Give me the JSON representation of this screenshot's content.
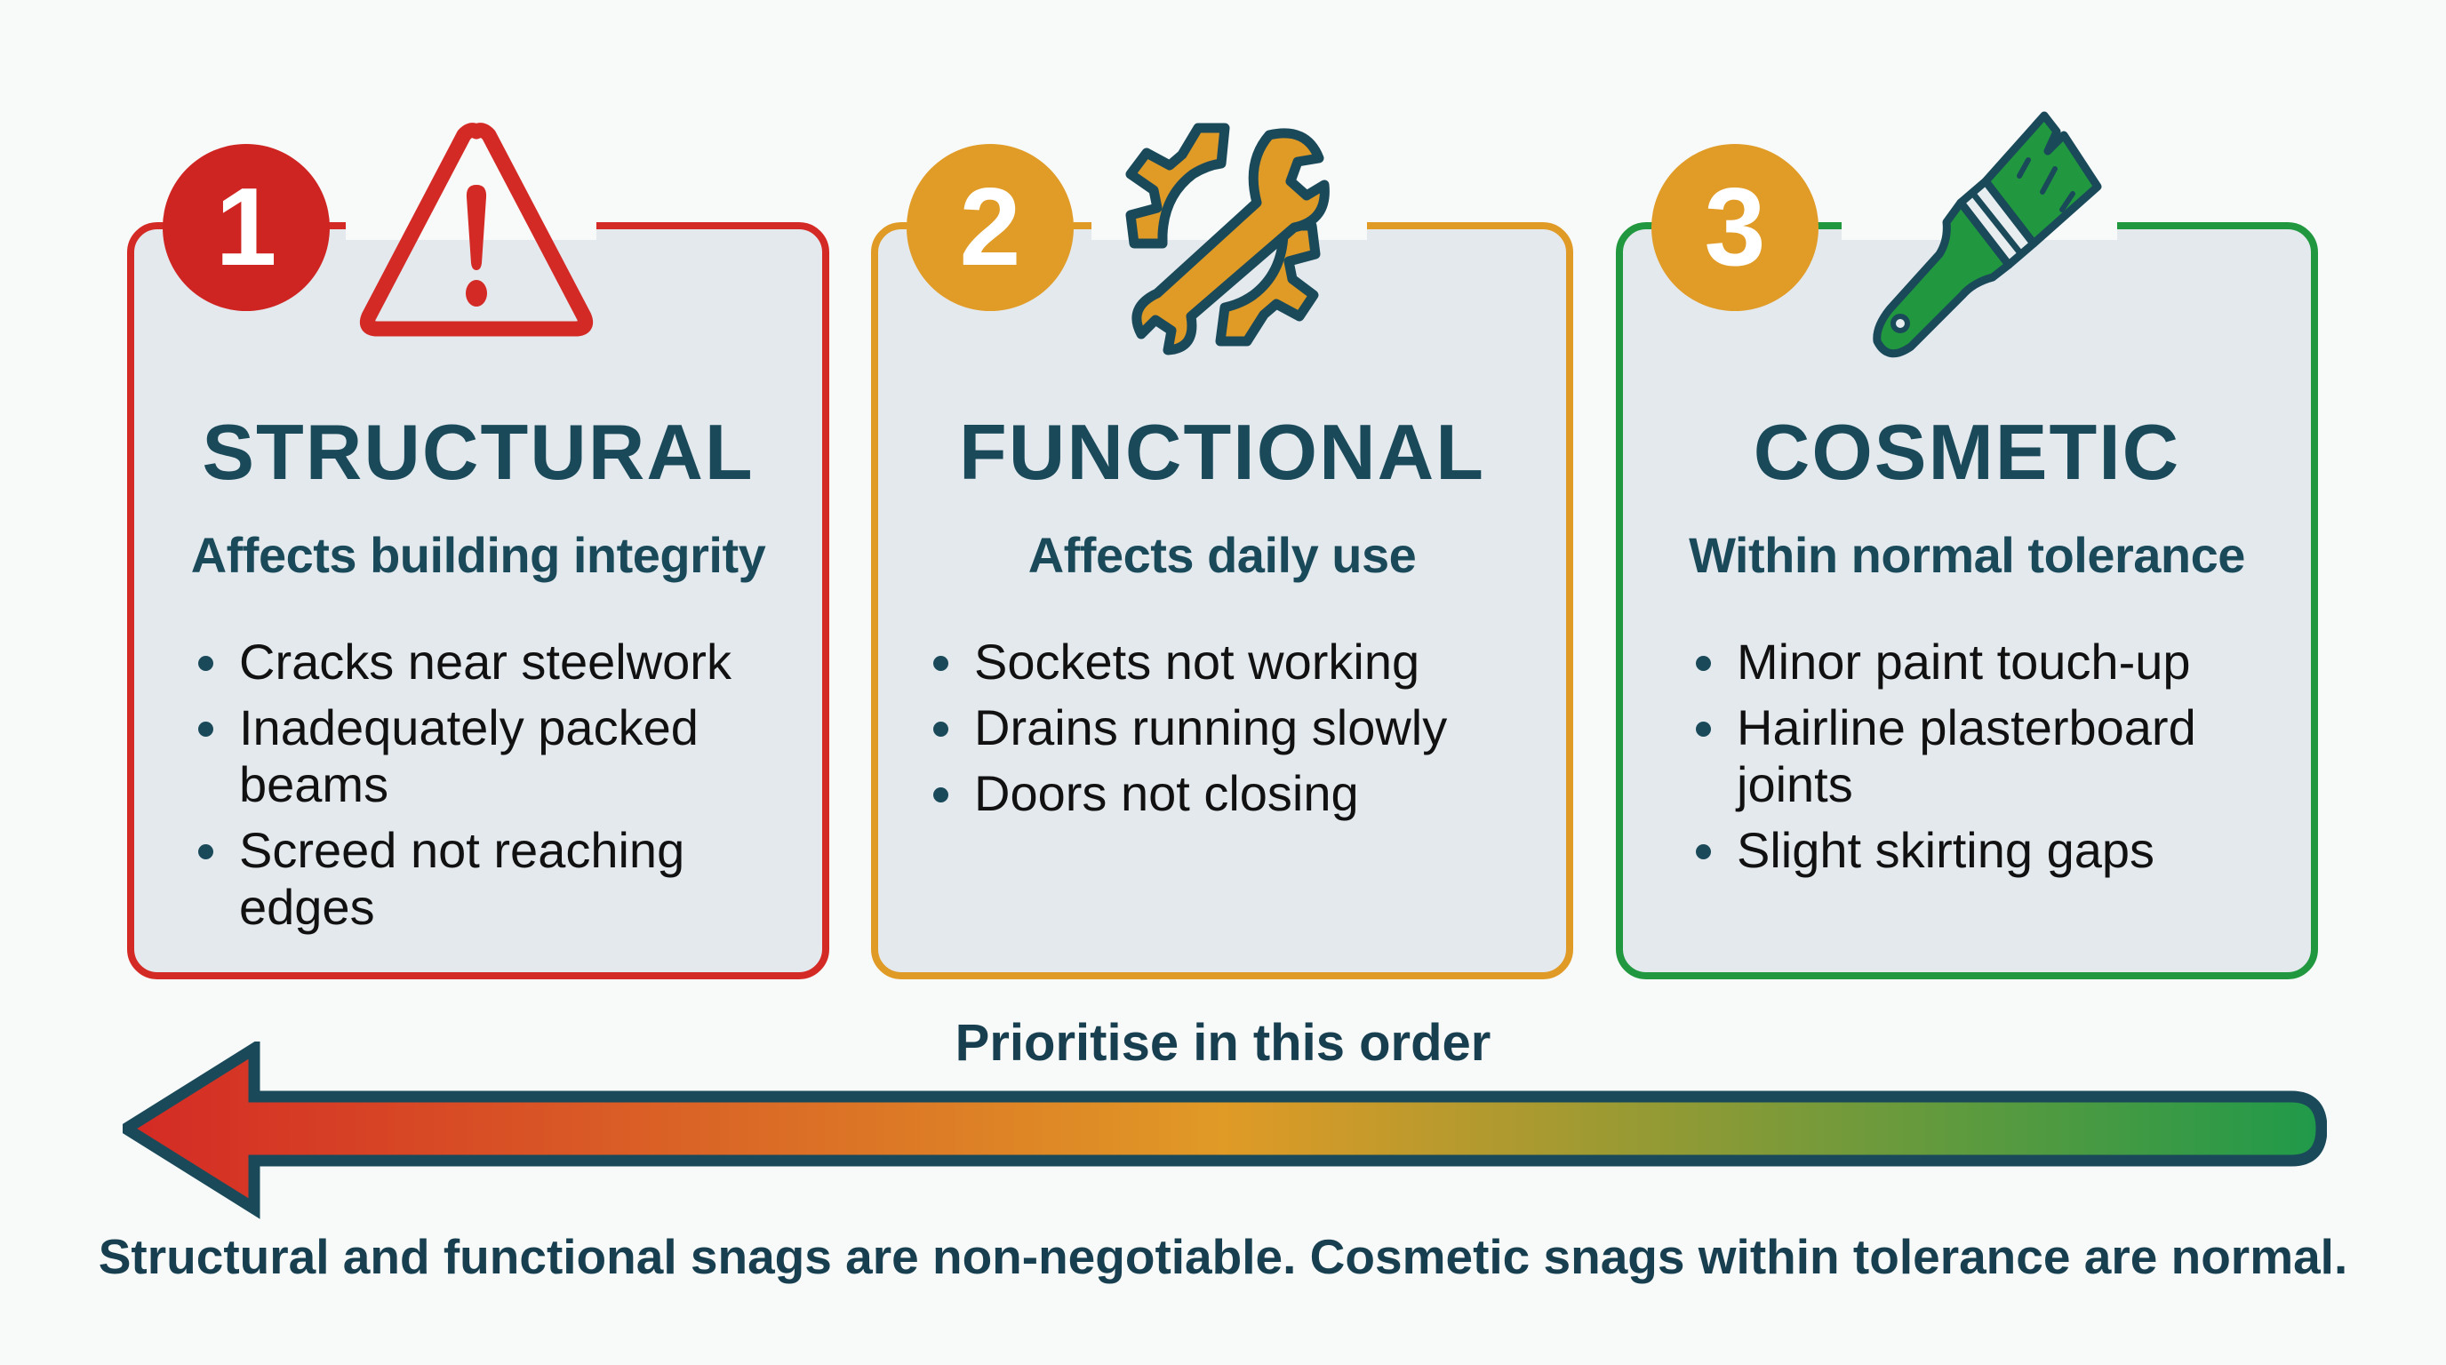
{
  "colors": {
    "background": "#f8f9f9",
    "card_fill": "#e4e9ee",
    "structural": "#d42a25",
    "functional": "#e09a26",
    "cosmetic": "#21983f",
    "text_dark": "#173f4f",
    "icon_outline": "#1a4a5a"
  },
  "cards": [
    {
      "number": "1",
      "icon": "warning-triangle-icon",
      "title": "STRUCTURAL",
      "subtitle": "Affects building integrity",
      "items": [
        "Cracks near steelwork",
        "Inadequately packed beams",
        "Screed not reaching edges"
      ]
    },
    {
      "number": "2",
      "icon": "gear-wrench-icon",
      "title": "FUNCTIONAL",
      "subtitle": "Affects daily use",
      "items": [
        "Sockets not working",
        "Drains running slowly",
        "Doors not closing"
      ]
    },
    {
      "number": "3",
      "icon": "paintbrush-icon",
      "title": "COSMETIC",
      "subtitle": "Within normal tolerance",
      "items": [
        "Minor paint touch-up",
        "Hairline plasterboard joints",
        "Slight skirting gaps"
      ]
    }
  ],
  "priority": {
    "label": "Prioritise in this order",
    "arrow_direction": "left",
    "gradient": [
      "#d42a25",
      "#e09a26",
      "#1f9a4a"
    ]
  },
  "footer": {
    "text": "Structural and functional snags are non-negotiable. Cosmetic snags within tolerance are normal."
  }
}
